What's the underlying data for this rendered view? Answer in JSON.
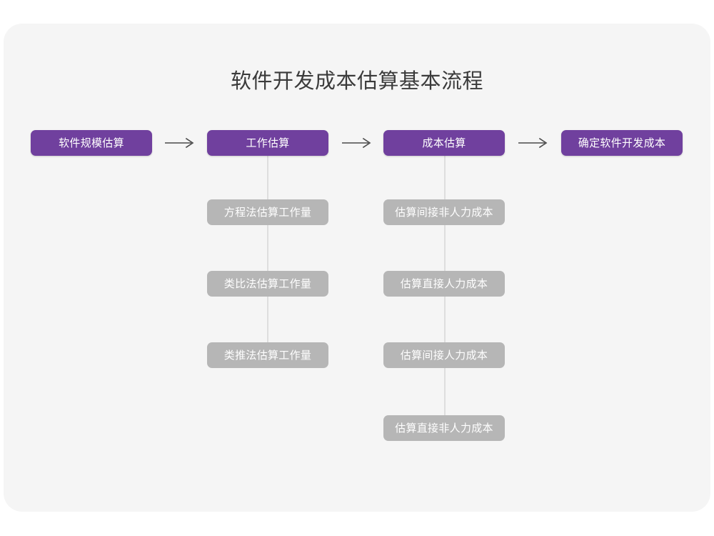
{
  "diagram": {
    "title": "软件开发成本估算基本流程",
    "title_color": "#3b3b3b",
    "card_background": "#f5f5f5",
    "page_background": "#ffffff",
    "primary_color": "#70409e",
    "secondary_color": "#b6b6b6",
    "connector_color": "#dedede",
    "arrow_color": "#4a4a4a",
    "arrow_glyph": "⟶",
    "main_flow": [
      {
        "label": "软件规模估算"
      },
      {
        "label": "工作估算"
      },
      {
        "label": "成本估算"
      },
      {
        "label": "确定软件开发成本"
      }
    ],
    "branches": [
      {
        "parent": "工作估算",
        "items": [
          {
            "label": "方程法估算工作量"
          },
          {
            "label": "类比法估算工作量"
          },
          {
            "label": "类推法估算工作量"
          }
        ]
      },
      {
        "parent": "成本估算",
        "items": [
          {
            "label": "估算间接非人力成本"
          },
          {
            "label": "估算直接人力成本"
          },
          {
            "label": "估算间接人力成本"
          },
          {
            "label": "估算直接非人力成本"
          }
        ]
      }
    ]
  }
}
